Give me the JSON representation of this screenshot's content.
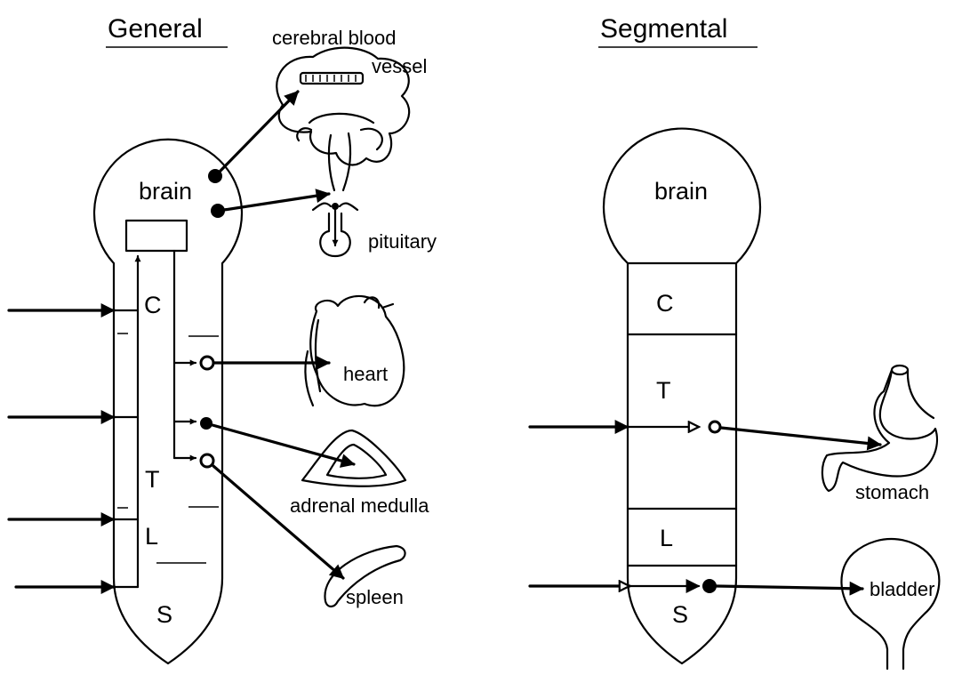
{
  "panels": {
    "general": {
      "title": "General",
      "regions": {
        "brain": "brain",
        "c": "C",
        "t": "T",
        "l": "L",
        "s": "S"
      },
      "organs": {
        "cerebral_line1": "cerebral blood",
        "cerebral_line2": "vessel",
        "pituitary": "pituitary",
        "heart": "heart",
        "adrenal": "adrenal medulla",
        "spleen": "spleen"
      }
    },
    "segmental": {
      "title": "Segmental",
      "regions": {
        "brain": "brain",
        "c": "C",
        "t": "T",
        "l": "L",
        "s": "S"
      },
      "organs": {
        "stomach": "stomach",
        "bladder": "bladder"
      }
    }
  }
}
